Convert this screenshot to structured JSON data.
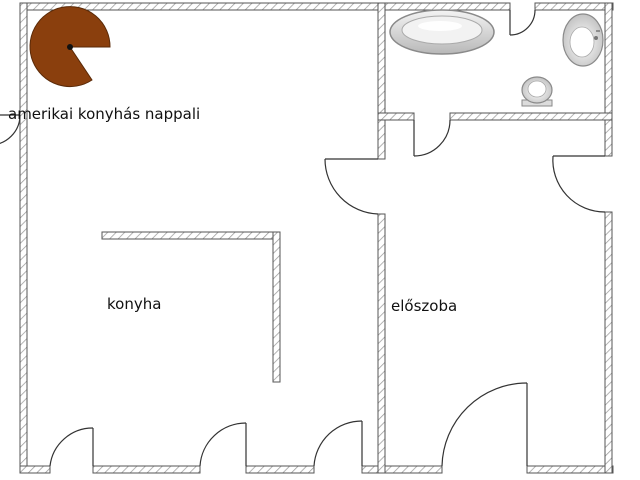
{
  "rooms": {
    "living": "amerikai konyhás nappali",
    "kitchen": "konyha",
    "hall": "előszoba"
  },
  "colors": {
    "wall_line": "#555555",
    "wall_hatch": "#9a9a9a",
    "door_line": "#333333",
    "table_fill": "#8a3f0d",
    "fixture_fill": "#e4e4e4"
  },
  "icons": {
    "table": "round-table-icon",
    "bathtub": "bathtub-icon",
    "sink": "sink-icon",
    "toilet": "toilet-icon"
  }
}
